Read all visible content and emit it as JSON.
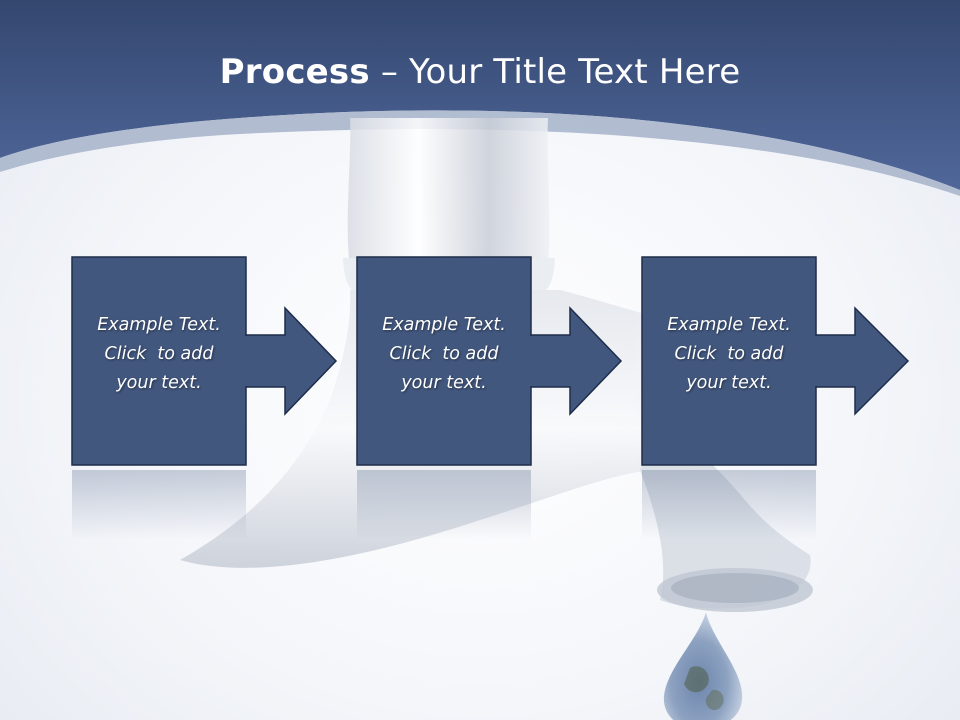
{
  "slide": {
    "title_bold": "Process",
    "title_dash": "–",
    "title_rest": "Your Title Text Here"
  },
  "steps": [
    {
      "line1": "Example Text.",
      "line2": "Click  to add",
      "line3": "your text."
    },
    {
      "line1": "Example Text.",
      "line2": "Click  to add",
      "line3": "your text."
    },
    {
      "line1": "Example Text.",
      "line2": "Click  to add",
      "line3": "your text."
    }
  ],
  "colors": {
    "header_navy": "#3b5180",
    "step_fill": "#42577e",
    "step_border": "#1e2d4a",
    "title_text": "#ffffff"
  },
  "icons": [
    "faucet-illustration",
    "water-drop-globe",
    "arrow-right-icon"
  ]
}
